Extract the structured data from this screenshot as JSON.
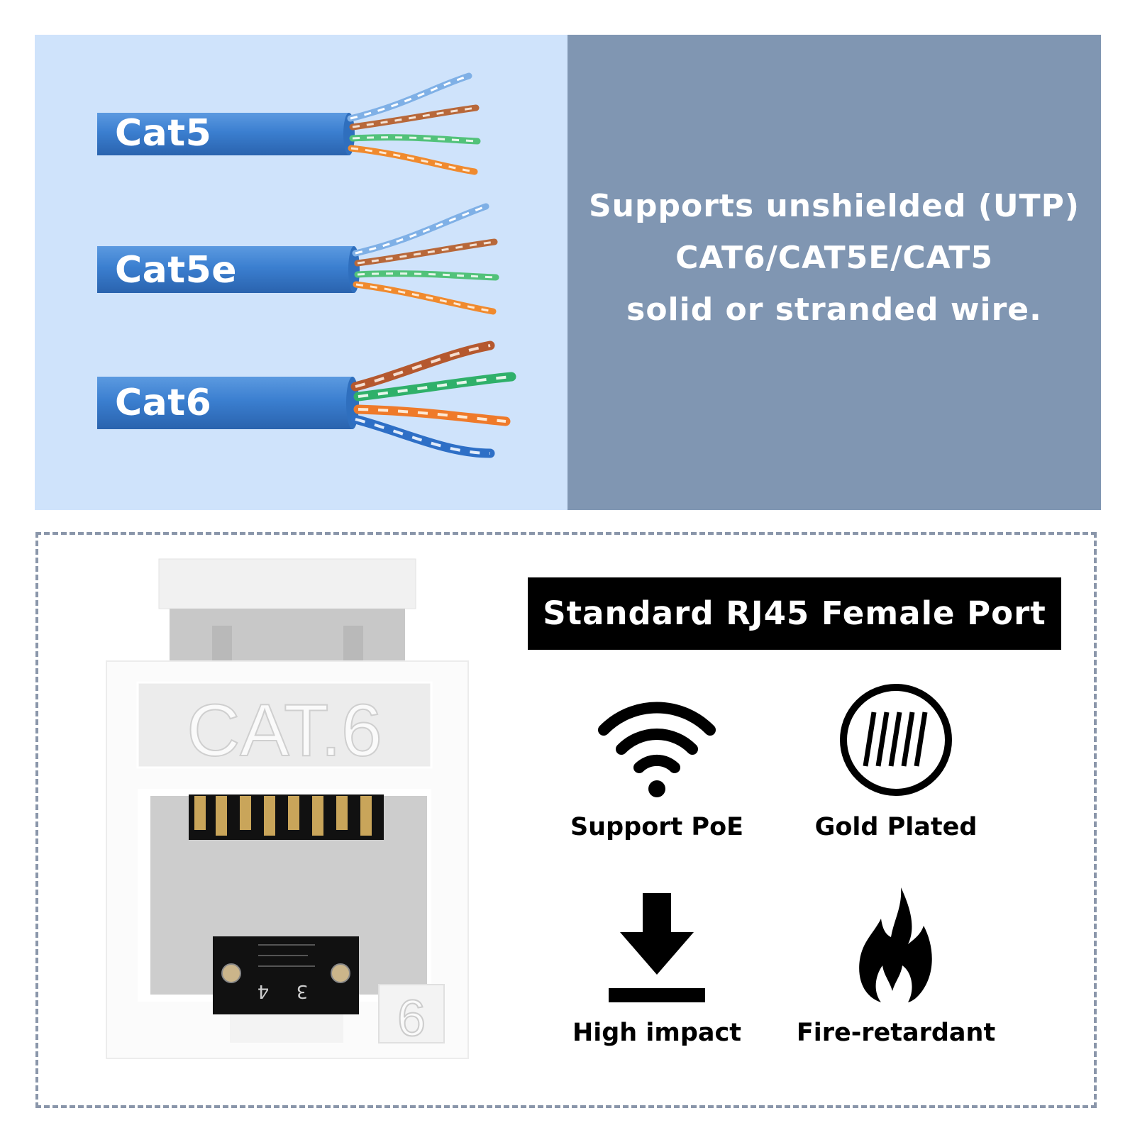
{
  "cables": [
    {
      "label": "Cat5"
    },
    {
      "label": "Cat5e"
    },
    {
      "label": "Cat6"
    }
  ],
  "support": {
    "lines": [
      "Supports unshielded (UTP)",
      "CAT6/CAT5E/CAT5",
      "solid or stranded wire."
    ]
  },
  "jack": {
    "top_marking": "CAT.6",
    "side_marking": "6",
    "pin_marking_left": "4",
    "pin_marking_right": "3"
  },
  "port_header": "Standard RJ45 Female Port",
  "features": [
    {
      "label": "Support PoE",
      "icon": "wifi-icon"
    },
    {
      "label": "Gold Plated",
      "icon": "gold-plated-icon"
    },
    {
      "label": "High impact",
      "icon": "download-arrow-icon"
    },
    {
      "label": "Fire-retardant",
      "icon": "flame-icon"
    }
  ],
  "colors": {
    "cable_panel_bg": "#cfe3fb",
    "info_panel_bg": "#8096b2",
    "cable_jacket": "#3b7fd0",
    "dashed_border": "#8a96aa"
  }
}
